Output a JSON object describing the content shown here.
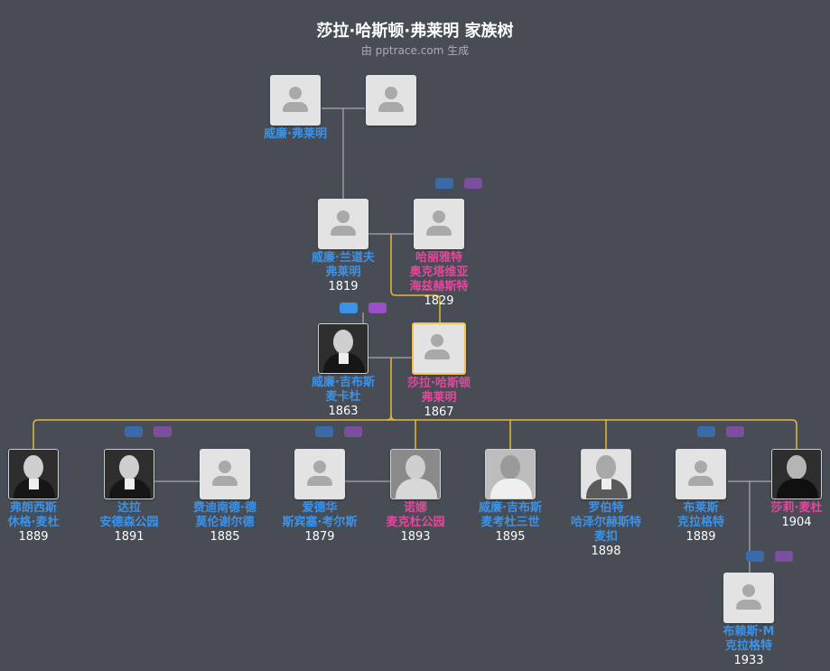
{
  "title": "莎拉·哈斯顿·弗莱明 家族树",
  "subtitle": "由 pptrace.com 生成",
  "colors": {
    "background": "#474c55",
    "male": "#3b93e8",
    "female": "#e2489c",
    "focus": "#f2c14e",
    "line": "#bfbfbf",
    "child_line": "#e6b63c"
  },
  "people": [
    {
      "id": "gp-father",
      "gender": "m",
      "photo": "placeholder-icon",
      "name": [
        "威廉·弗莱明"
      ],
      "year": ""
    },
    {
      "id": "gp-mother",
      "gender": "f",
      "photo": "placeholder-icon",
      "name": [],
      "year": ""
    },
    {
      "id": "father",
      "gender": "m",
      "photo": "placeholder-icon",
      "name": [
        "威廉·兰道夫",
        "弗莱明"
      ],
      "year": "1819"
    },
    {
      "id": "mother",
      "gender": "f",
      "photo": "placeholder-icon",
      "name": [
        "哈丽雅特",
        "奥克塔维亚",
        "海兹赫斯特"
      ],
      "year": "1829"
    },
    {
      "id": "husband",
      "gender": "m",
      "photo": "portrait-photo",
      "name": [
        "威廉·吉布斯",
        "麦卡杜"
      ],
      "year": "1863"
    },
    {
      "id": "sarah",
      "gender": "f",
      "photo": "placeholder-icon",
      "name": [
        "莎拉·哈斯顿",
        "弗莱明"
      ],
      "year": "1867"
    },
    {
      "id": "child-francis",
      "gender": "m",
      "photo": "portrait-photo",
      "name": [
        "弗朗西斯",
        "休格·麦杜"
      ],
      "year": "1889"
    },
    {
      "id": "child-dara",
      "gender": "m",
      "photo": "portrait-photo",
      "name": [
        "达拉",
        "安德森公园"
      ],
      "year": "1891"
    },
    {
      "id": "child-ferdinand",
      "gender": "m",
      "photo": "placeholder-icon",
      "name": [
        "费迪南德·德",
        "莫伦谢尔德"
      ],
      "year": "1885"
    },
    {
      "id": "child-edward",
      "gender": "m",
      "photo": "placeholder-icon",
      "name": [
        "爱德华",
        "斯宾塞·考尔斯"
      ],
      "year": "1879"
    },
    {
      "id": "child-nona",
      "gender": "f",
      "photo": "portrait-photo",
      "name": [
        "诺娜",
        "麦克杜公园"
      ],
      "year": "1893"
    },
    {
      "id": "child-william3",
      "gender": "m",
      "photo": "portrait-photo",
      "name": [
        "威廉·吉布斯",
        "麦考杜三世"
      ],
      "year": "1895"
    },
    {
      "id": "child-robert",
      "gender": "m",
      "photo": "portrait-photo",
      "name": [
        "罗伯特",
        "哈泽尔赫斯特",
        "麦扣"
      ],
      "year": "1898"
    },
    {
      "id": "child-bruce",
      "gender": "m",
      "photo": "placeholder-icon",
      "name": [
        "布莱斯",
        "克拉格特"
      ],
      "year": "1889"
    },
    {
      "id": "child-sally",
      "gender": "f",
      "photo": "portrait-photo",
      "name": [
        "莎莉·麦杜"
      ],
      "year": "1904"
    },
    {
      "id": "grandchild-bruce",
      "gender": "m",
      "photo": "placeholder-icon",
      "name": [
        "布赖斯·M",
        "克拉格特"
      ],
      "year": "1933"
    }
  ]
}
